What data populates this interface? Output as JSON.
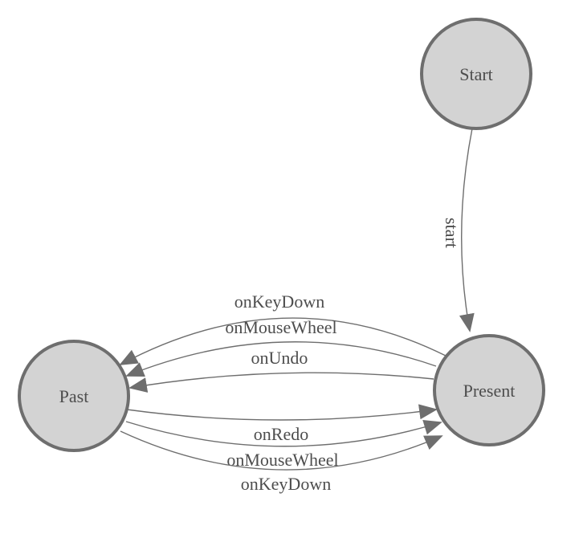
{
  "diagram": {
    "type": "state-machine",
    "nodes": [
      {
        "id": "start",
        "label": "Start"
      },
      {
        "id": "present",
        "label": "Present"
      },
      {
        "id": "past",
        "label": "Past"
      }
    ],
    "edges": [
      {
        "from": "Start",
        "to": "Present",
        "label": "start"
      },
      {
        "from": "Present",
        "to": "Past",
        "label": "onKeyDown"
      },
      {
        "from": "Present",
        "to": "Past",
        "label": "onMouseWheel"
      },
      {
        "from": "Present",
        "to": "Past",
        "label": "onUndo"
      },
      {
        "from": "Past",
        "to": "Present",
        "label": "onRedo"
      },
      {
        "from": "Past",
        "to": "Present",
        "label": "onMouseWheel"
      },
      {
        "from": "Past",
        "to": "Present",
        "label": "onKeyDown"
      }
    ],
    "colors": {
      "node_fill": "#d3d3d3",
      "node_stroke": "#6e6e6e",
      "edge_stroke": "#6e6e6e",
      "arrow_fill": "#6e6e6e",
      "label_text": "#4d4d4d",
      "background": "#ffffff"
    }
  }
}
